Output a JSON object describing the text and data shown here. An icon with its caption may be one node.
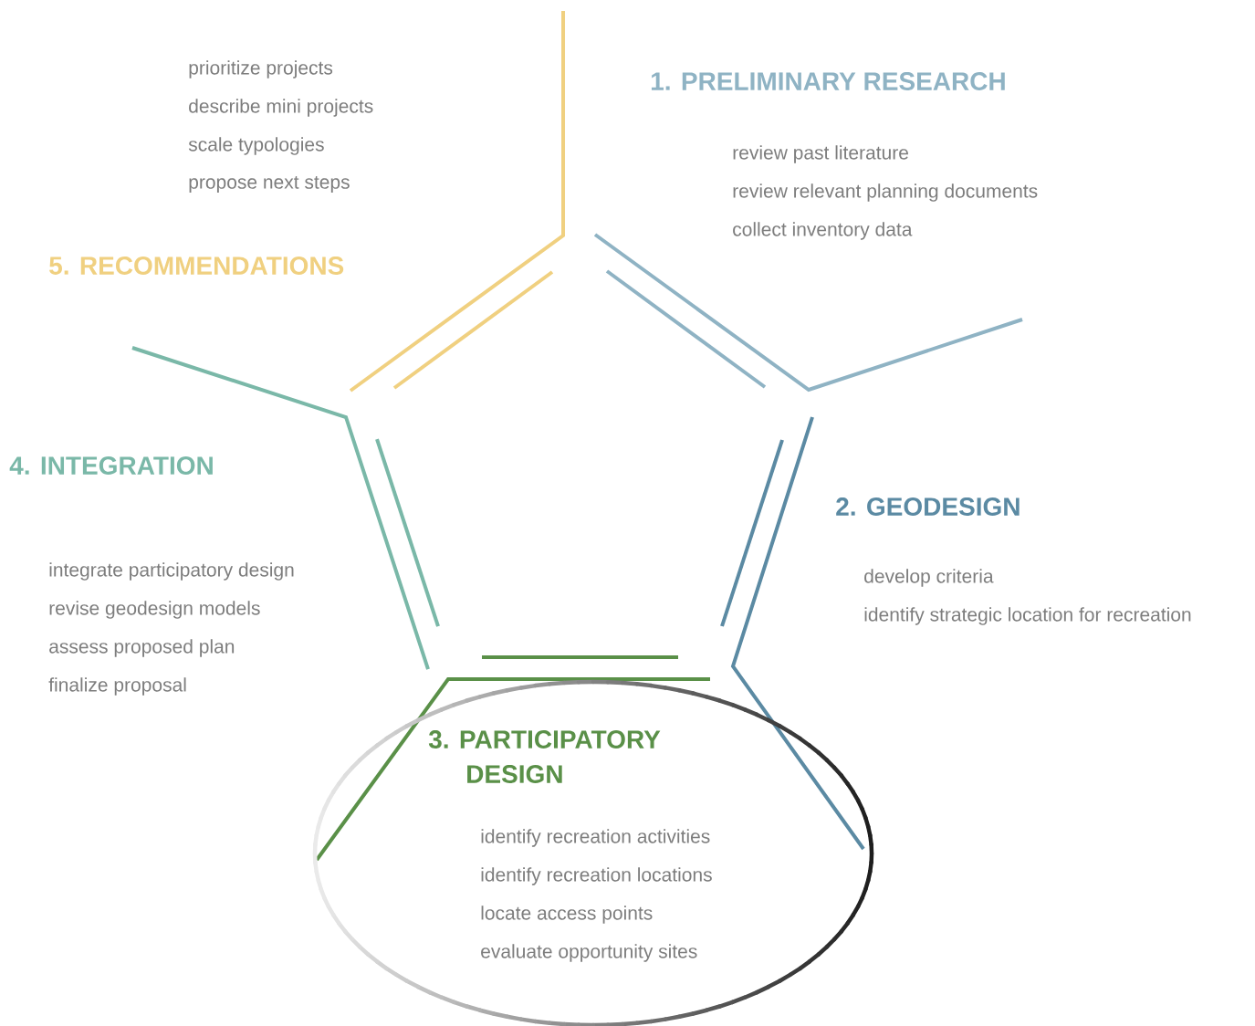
{
  "diagram": {
    "nodes": [
      {
        "text": [
          "1. PRELIMINARY RESEARCH",
          "review past literature",
          "review relevant planning documents",
          "collect inventory data"
        ]
      },
      {
        "text": [
          "2. GEODESIGN",
          "develop criteria",
          "identify strategic location for recreation"
        ]
      },
      {
        "text": [
          "3. PARTICIPATORY DESIGN",
          "identify recreation activities",
          "identify recreation locations",
          "locate access points",
          "evaluate opportunity sites"
        ]
      },
      {
        "text": [
          "4. INTEGRATION",
          "integrate participatory design",
          "revise geodesign models",
          "assess proposed plan",
          "finalize proposal"
        ]
      },
      {
        "text": [
          "prioritize projects",
          "describe mini projects",
          "scale typologies",
          "propose next steps",
          "5. RECOMMENDATIONS"
        ]
      }
    ]
  }
}
